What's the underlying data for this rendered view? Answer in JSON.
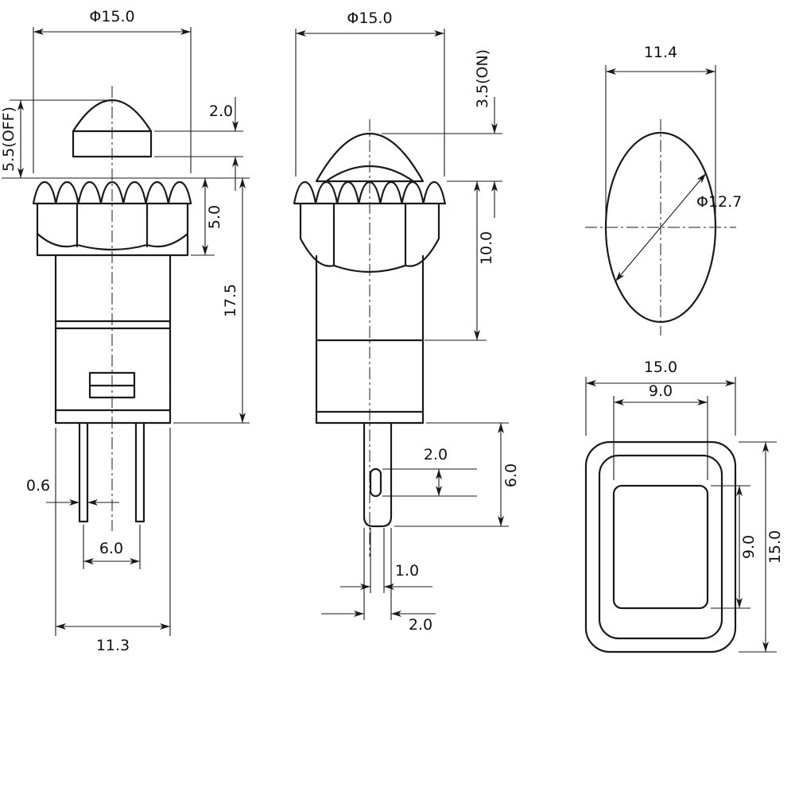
{
  "page": {
    "background": "#ffffff",
    "line_color": "#1a1a1a"
  },
  "views": {
    "front": {
      "name": "front-view-off-state",
      "dims": {
        "diameter": "Φ15.0",
        "cap_height": "2.0",
        "off_height": "5.5(OFF)",
        "nut_stack": "5.0",
        "body_length": "17.5",
        "pin_width": "0.6",
        "pin_pitch": "6.0",
        "body_width": "11.3"
      }
    },
    "side": {
      "name": "side-view-on-state",
      "dims": {
        "diameter": "Φ15.0",
        "on_height": "3.5(ON)",
        "bushing_length": "10.0",
        "hole_height": "2.0",
        "terminal_length": "6.0",
        "terminal_thickness": "1.0",
        "terminal_width": "2.0"
      }
    },
    "top": {
      "name": "top-view-button",
      "dims": {
        "flat_width": "11.4",
        "diameter": "Φ12.7"
      }
    },
    "cutout": {
      "name": "panel-cutout-view",
      "dims": {
        "outer_width": "15.0",
        "inner_width": "9.0",
        "inner_height": "9.0",
        "outer_height": "15.0"
      }
    }
  }
}
